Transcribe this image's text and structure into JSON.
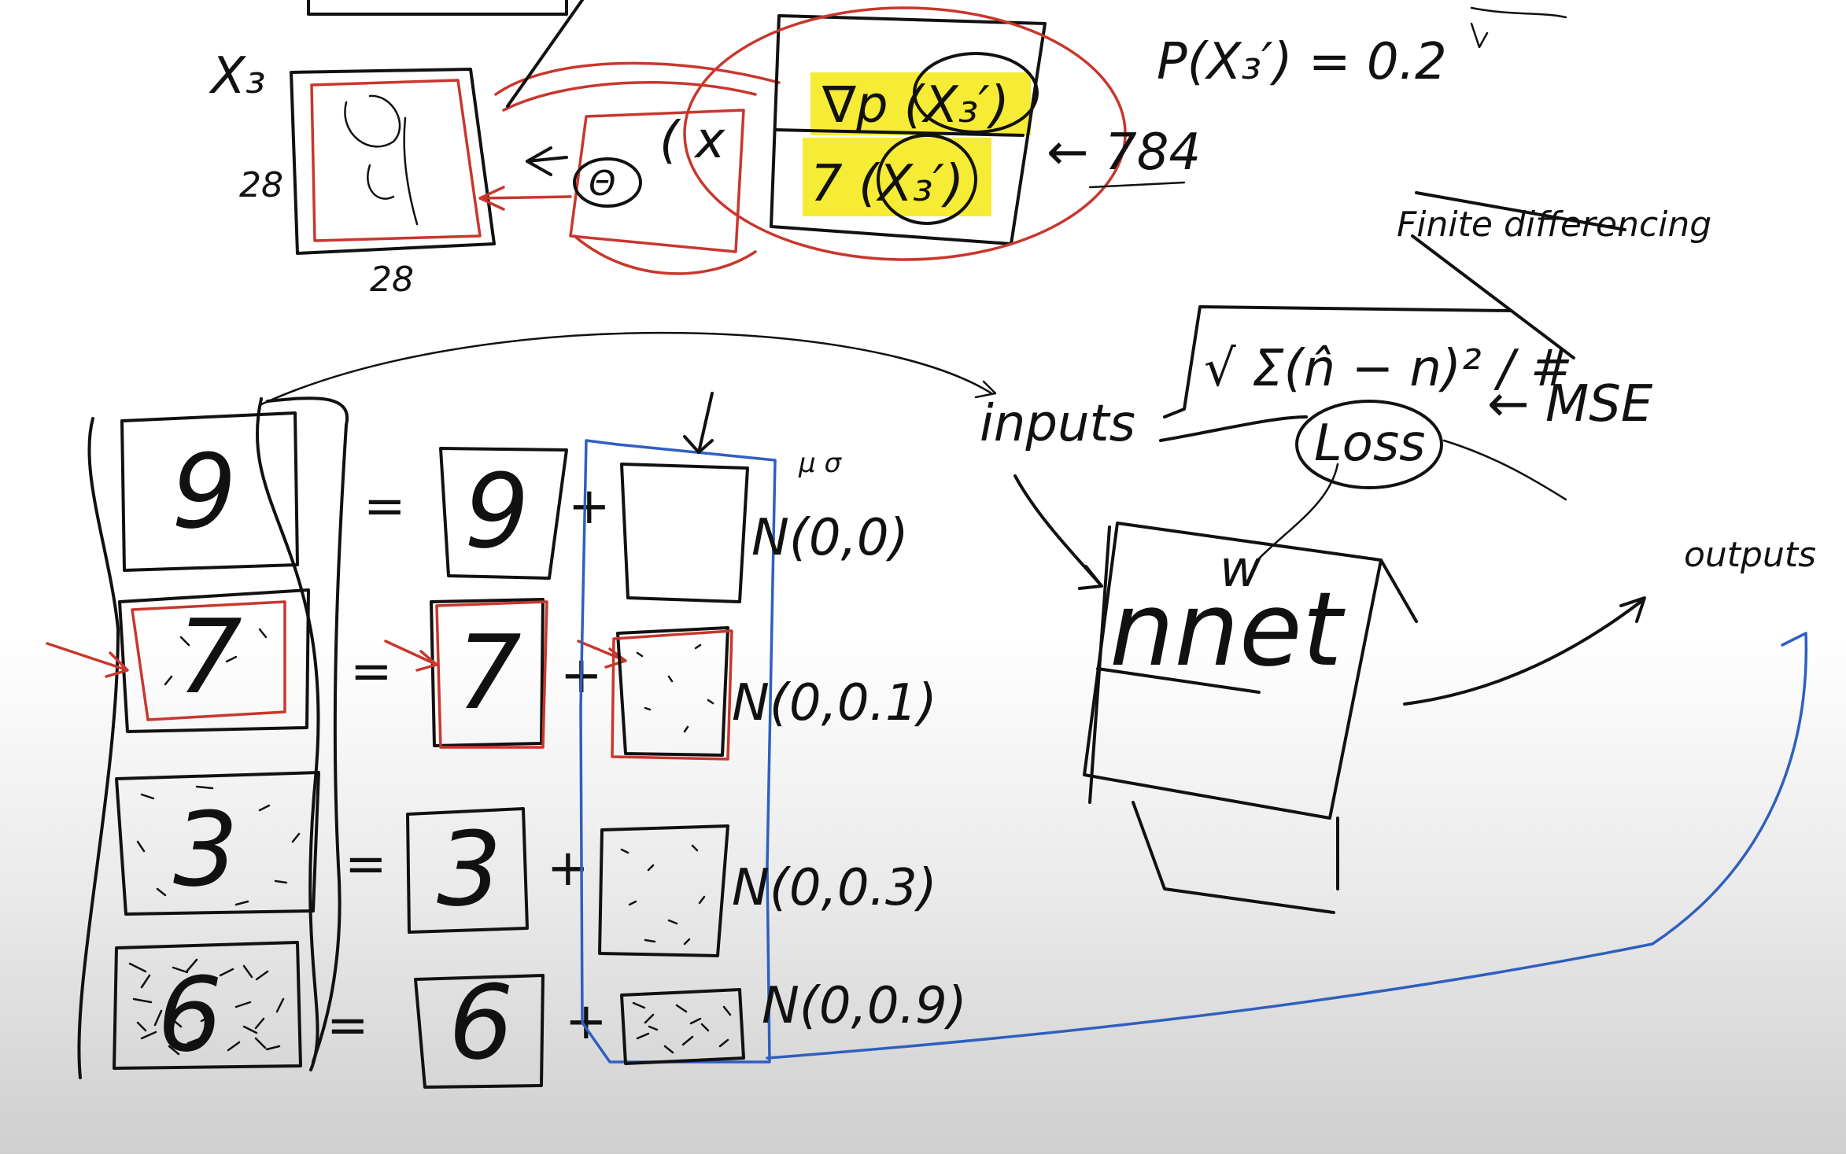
{
  "top": {
    "x3_label": "X₃",
    "dim_left": "28",
    "dim_bottom": "28",
    "theta": "Θ",
    "cx": "( x",
    "grad_row": "∇p (X₃′)",
    "seven_row": "7 (X₃′)",
    "dim_784": "← 784",
    "probability": "P(X₃′) = 0.2"
  },
  "noise_rows": [
    {
      "sum": "9",
      "digit": "9",
      "dist": "N(0,0)"
    },
    {
      "sum": "7",
      "digit": "7",
      "dist": "N(0,0.1)"
    },
    {
      "sum": "3",
      "digit": "3",
      "dist": "N(0,0.3)"
    },
    {
      "sum": "6",
      "digit": "6",
      "dist": "N(0,0.9)"
    }
  ],
  "param_labels": "μ  σ",
  "operators": {
    "equals": "=",
    "plus": "+"
  },
  "network": {
    "inputs_label": "inputs",
    "weights_label": "w",
    "nnet_label": "nnet",
    "outputs_label": "outputs",
    "loss_label": "Loss",
    "loss_formula": "√ Σ(n̂ − n)² / #",
    "mse_label": "← MSE",
    "finite_differencing": "Finite differencing"
  },
  "colors": {
    "ink": "#111111",
    "red": "#c8372d",
    "blue": "#2f5fbf",
    "highlight": "#f5ea2a"
  }
}
